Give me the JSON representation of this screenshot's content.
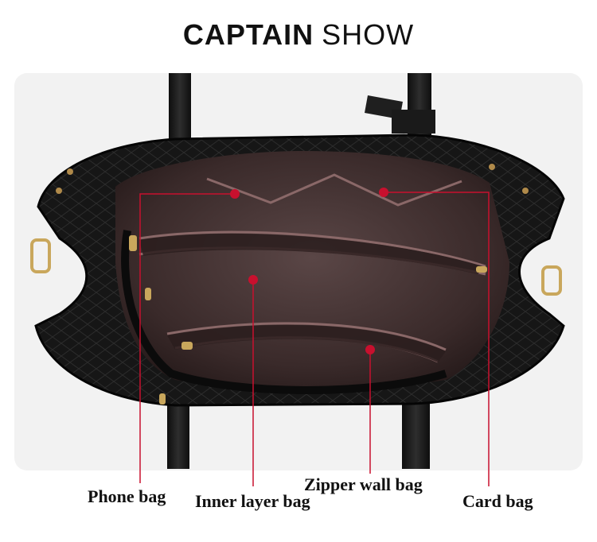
{
  "header": {
    "brand_bold": "CAPTAIN",
    "brand_light": "SHOW"
  },
  "labels": {
    "phone_bag": "Phone bag",
    "inner_layer_bag": "Inner layer bag",
    "zipper_wall_bag": "Zipper wall bag",
    "card_bag": "Card bag"
  },
  "colors": {
    "marker_red": "#c8102e",
    "leather": "#161616",
    "lining": "#3a2a2a"
  }
}
